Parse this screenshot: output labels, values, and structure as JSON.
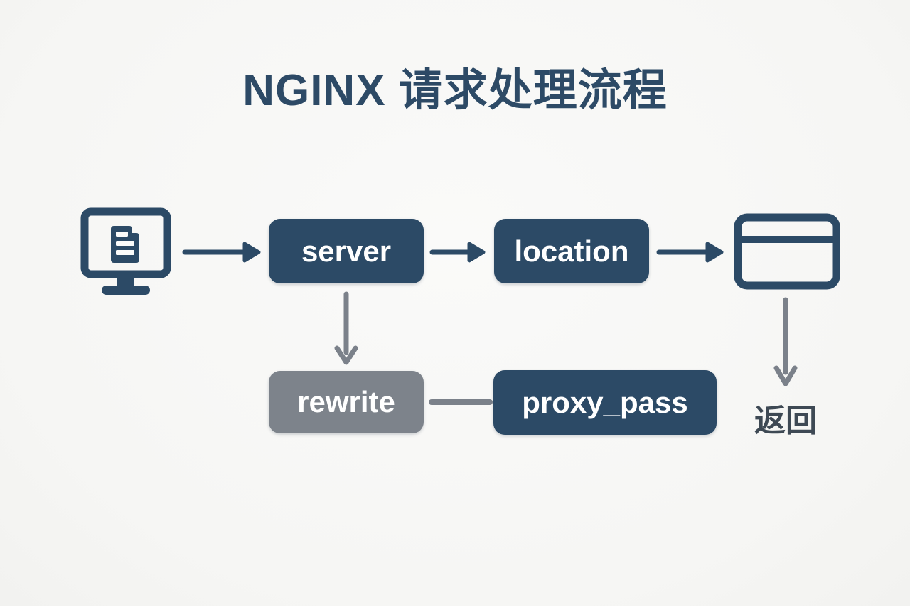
{
  "title": "NGINX 请求处理流程",
  "nodes": {
    "server": {
      "label": "server",
      "color": "#2c4a66"
    },
    "location": {
      "label": "location",
      "color": "#2c4a66"
    },
    "rewrite": {
      "label": "rewrite",
      "color": "#7d838b"
    },
    "proxy_pass": {
      "label": "proxy_pass",
      "color": "#2c4a66"
    }
  },
  "icons": {
    "client": "monitor-with-document-icon",
    "response": "browser-window-icon"
  },
  "annotations": {
    "return_label": "返回"
  },
  "edges": [
    {
      "from": "client",
      "to": "server",
      "style": "navy-arrow"
    },
    {
      "from": "server",
      "to": "location",
      "style": "navy-arrow"
    },
    {
      "from": "location",
      "to": "response",
      "style": "navy-arrow"
    },
    {
      "from": "server",
      "to": "rewrite",
      "style": "gray-arrow"
    },
    {
      "from": "rewrite",
      "to": "proxy_pass",
      "style": "gray-line"
    },
    {
      "from": "response",
      "to": "return",
      "style": "gray-arrow"
    }
  ],
  "colors": {
    "navy": "#2c4a66",
    "gray_node": "#7d838b",
    "gray_arrow": "#7b818a",
    "title_text": "#2d4a66",
    "return_text": "#3e4954",
    "background": "#f7f7f5"
  }
}
